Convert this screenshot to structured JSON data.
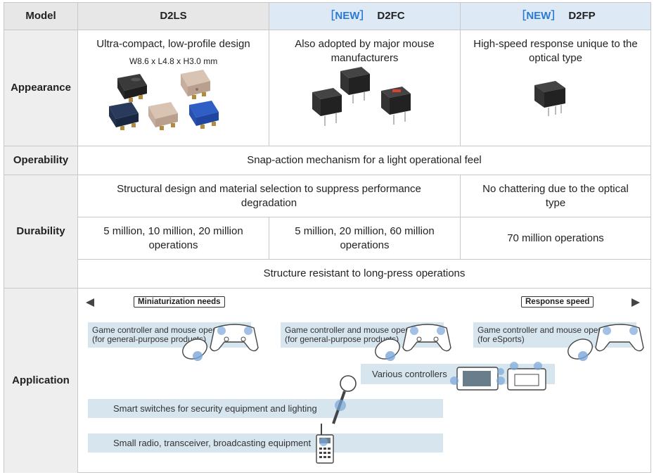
{
  "header": {
    "model_label": "Model",
    "col1": "D2LS",
    "col2_tag": "［NEW］",
    "col2": "D2FC",
    "col3_tag": "［NEW］",
    "col3": "D2FP"
  },
  "appearance": {
    "label": "Appearance",
    "col1_title": "Ultra-compact, low-profile design",
    "col1_dims": "W8.6 x L4.8 x H3.0 mm",
    "col2_title": "Also adopted by major mouse manufacturers",
    "col3_title": "High-speed response unique to the optical type"
  },
  "operability": {
    "label": "Operability",
    "text": "Snap-action mechanism for a light operational feel"
  },
  "durability": {
    "label": "Durability",
    "shared_text": "Structural design and material selection to suppress performance degradation",
    "col3_text": "No chattering due to the optical type",
    "col1_ops": "5 million, 10 million, 20 million operations",
    "col2_ops": "5 million, 20 million, 60 million operations",
    "col3_ops": "70 million operations",
    "long_press": "Structure resistant to long-press operations"
  },
  "application": {
    "label": "Application",
    "left_arrow_label": "Miniaturization needs",
    "right_arrow_label": "Response speed",
    "game1_line1": "Game controller and mouse operation",
    "game1_line2": "(for general-purpose products)",
    "game2_line1": "Game controller and mouse operation",
    "game2_line2": "(for general-purpose products)",
    "game3_line1": "Game controller and mouse operation",
    "game3_line2": "(for eSports)",
    "various": "Various controllers",
    "smart": "Smart switches for security equipment and lighting",
    "radio": "Small radio, transceiver, broadcasting equipment"
  },
  "colors": {
    "border": "#c8c8c8",
    "header_bg": "#e7e7e7",
    "new_header_bg": "#dde9f5",
    "new_tag": "#2a7ad3",
    "band": "#d7e5ef",
    "highlight_dot": "#7aa6d8"
  },
  "icons": [
    "switch-black-icon",
    "switch-beige-icon",
    "switch-blue-icon",
    "switch-red-icon",
    "gamepad-icon",
    "mouse-icon",
    "handheld-controller-icon",
    "magnifier-icon",
    "radio-icon"
  ]
}
